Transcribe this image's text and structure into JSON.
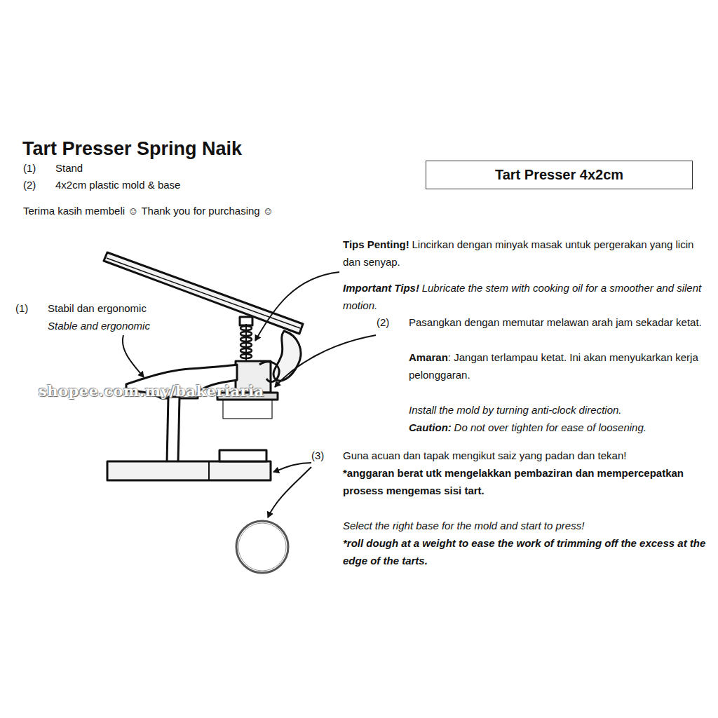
{
  "diagram": {
    "title": "Tart Presser Spring Naik",
    "nodes": [
      {
        "text": [
          "Tart Presser 4x2cm"
        ]
      }
    ],
    "labels": [
      "(1)",
      "Stand",
      "(2)",
      "4x2cm plastic mold & base",
      "Terima kasih membeli ☺ Thank you for purchasing ☺",
      "Tips Penting!",
      "Lincirkan dengan minyak masak untuk pergerakan yang licin dan senyap.",
      "Important Tips!",
      "Lubricate the stem with cooking oil for a smoother and silent motion.",
      "(1)",
      "Stabil dan ergonomic",
      "Stable and ergonomic",
      "(2)",
      "Pasangkan dengan memutar melawan arah jam sekadar ketat.",
      "Amaran",
      ": Jangan terlampau ketat. Ini akan menyukarkan kerja pelonggaran.",
      "Install the mold by turning anti-clock direction.",
      "Caution:",
      "Do not over tighten for ease of loosening.",
      "(3)",
      "Guna acuan dan tapak mengikut saiz yang padan dan tekan!",
      "*anggaran berat utk mengelakkan pembaziran dan mempercepatkan prosess mengemas sisi tart.",
      "Select the right base for the mold and start to press!",
      "*roll dough at a weight to ease the work of trimming off the excess at the edge of the tarts.",
      "shopee.com.my/bakeriaria"
    ]
  }
}
